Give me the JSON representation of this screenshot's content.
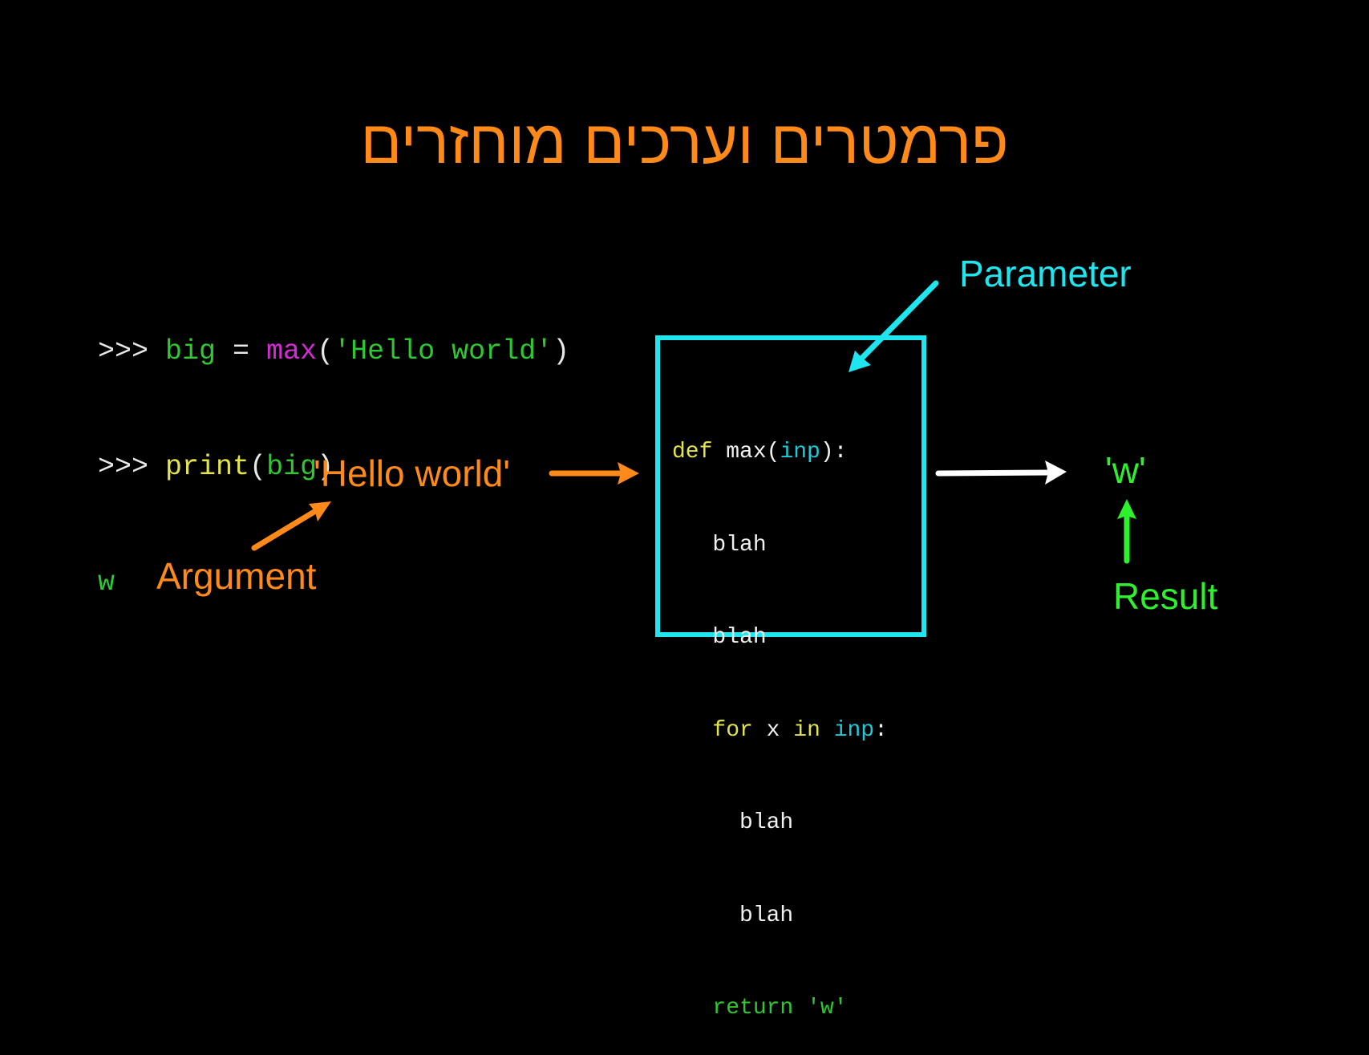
{
  "colors": {
    "background": "#000000",
    "title": "#ff8a1a",
    "prompt": "#e8e8e8",
    "variable": "#2ec92e",
    "builtin_call": "#d42bd4",
    "string": "#2ec92e",
    "print_keyword": "#e3e34a",
    "keyword": "#e3e34a",
    "param": "#1ec9d8",
    "plain_code": "#f0f0f0",
    "return_keyword": "#2ec92e",
    "box_border": "#1ee5ee",
    "argument": "#ff8a1a",
    "parameter": "#1ee5ee",
    "result": "#2ef02e",
    "white_arrow": "#ffffff"
  },
  "title": "פרמטרים וערכים מוחזרים",
  "console": {
    "line1": {
      "prompt": ">>> ",
      "var": "big",
      "assign": " = ",
      "func": "max",
      "open": "(",
      "arg": "'Hello world'",
      "close": ")"
    },
    "line2": {
      "prompt": ">>> ",
      "func": "print",
      "open": "(",
      "arg": "big",
      "close": ")"
    },
    "output": "w"
  },
  "code": {
    "line1": {
      "kw": "def",
      "name": " max(",
      "param": "inp",
      "end": "):"
    },
    "line2": "   blah",
    "line3": "   blah",
    "line4": {
      "indent": "   ",
      "kw_for": "for",
      "var": " x ",
      "kw_in": "in",
      "space": " ",
      "param": "inp",
      "end": ":"
    },
    "line5": "     blah",
    "line6": "     blah",
    "line7": {
      "indent": "   ",
      "kw": "return",
      "space": " ",
      "value": "'w'"
    }
  },
  "labels": {
    "argument_value": "'Hello world'",
    "argument": "Argument",
    "parameter": "Parameter",
    "result_value": "'w'",
    "result": "Result"
  }
}
